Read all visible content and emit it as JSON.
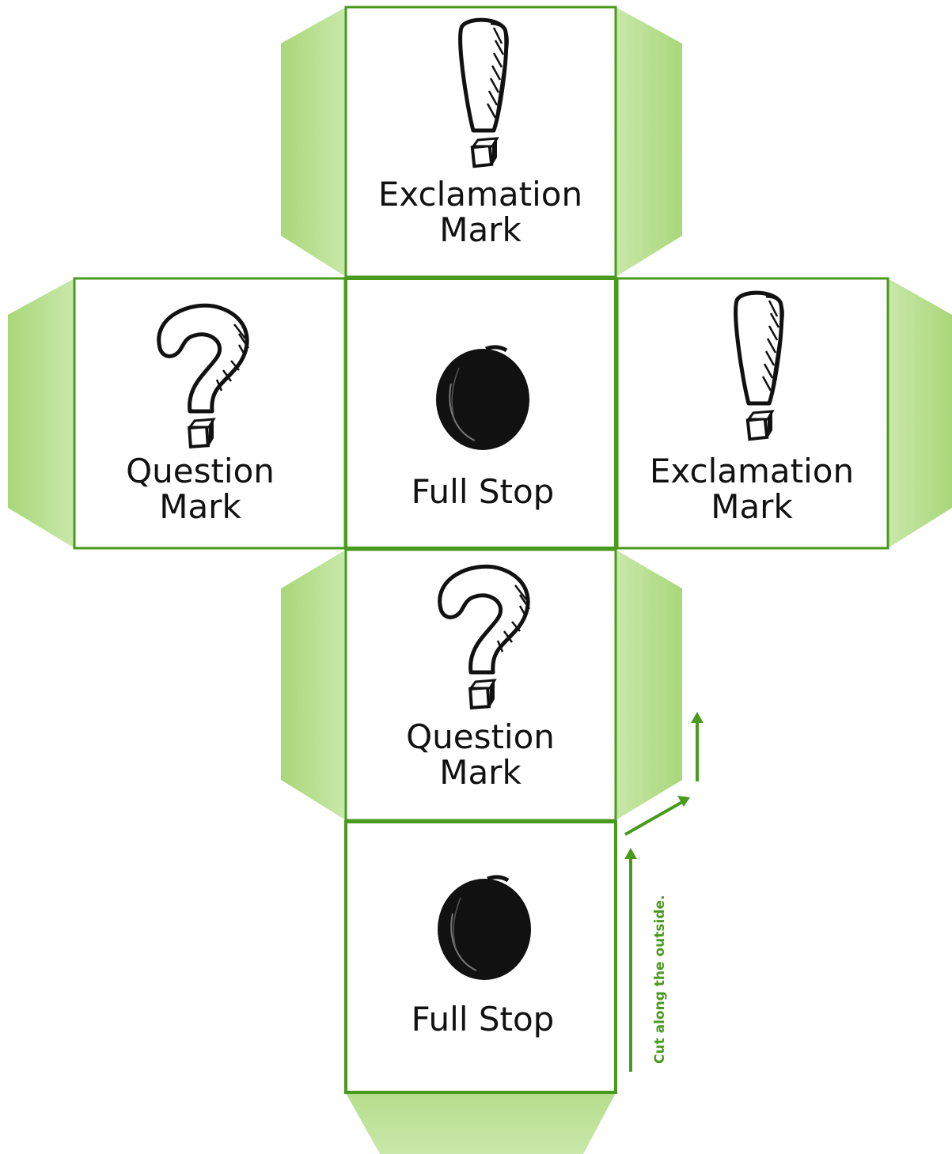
{
  "colors": {
    "face_border": "#4a9a1e",
    "flap_light": "#c2e3a0",
    "flap_dark": "#a9d77a",
    "arrow": "#4a9a1e",
    "ink": "#111111"
  },
  "faces": [
    {
      "id": "top",
      "icon": "exclamation-icon",
      "line1": "Exclamation",
      "line2": "Mark"
    },
    {
      "id": "left",
      "icon": "question-icon",
      "line1": "Question",
      "line2": "Mark"
    },
    {
      "id": "center",
      "icon": "full-stop-icon",
      "line1": "Full Stop",
      "line2": ""
    },
    {
      "id": "right",
      "icon": "exclamation-icon",
      "line1": "Exclamation",
      "line2": "Mark"
    },
    {
      "id": "lower",
      "icon": "question-icon",
      "line1": "Question",
      "line2": "Mark"
    },
    {
      "id": "bottom",
      "icon": "full-stop-icon",
      "line1": "Full Stop",
      "line2": ""
    }
  ],
  "instruction": "Cut along the outside."
}
